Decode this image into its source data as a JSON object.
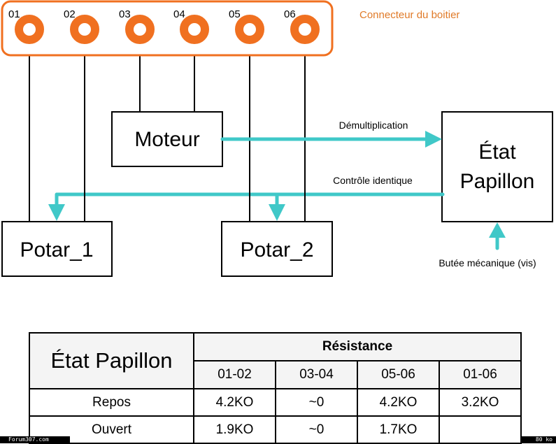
{
  "colors": {
    "connector": "#F07020",
    "connector_label": "#E07A28",
    "arrow": "#40C8C8",
    "line": "#000000",
    "table_header_bg": "#F4F4F4"
  },
  "connector": {
    "label": "Connecteur du boitier",
    "pins": [
      "01",
      "02",
      "03",
      "04",
      "05",
      "06"
    ]
  },
  "blocks": {
    "moteur": "Moteur",
    "etat_line1": "État",
    "etat_line2": "Papillon",
    "potar1": "Potar_1",
    "potar2": "Potar_2"
  },
  "arrows": {
    "demultiplication": "Démultiplication",
    "controle": "Contrôle identique",
    "butee": "Butée mécanique (vis)"
  },
  "table": {
    "title": "État Papillon",
    "group_header": "Résistance",
    "columns": [
      "01-02",
      "03-04",
      "05-06",
      "01-06"
    ],
    "rows": [
      {
        "label": "Repos",
        "values": [
          "4.2KO",
          "~0",
          "4.2KO",
          "3.2KO"
        ]
      },
      {
        "label": "Ouvert",
        "values": [
          "1.9KO",
          "~0",
          "1.7KO",
          ""
        ]
      }
    ]
  },
  "footer": {
    "site": "Forum307.com",
    "size": "80 ko"
  }
}
